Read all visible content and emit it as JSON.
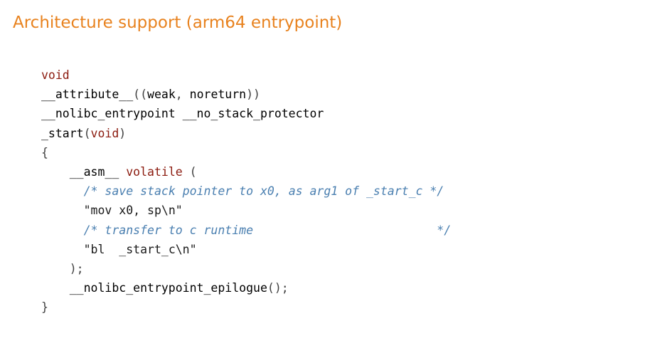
{
  "slide": {
    "title": "Architecture support (arm64 entrypoint)"
  },
  "colors": {
    "title": "#e8821e",
    "keyword": "#8b1a0e",
    "comment": "#4a7fb0",
    "text": "#000000"
  },
  "code": {
    "lines": [
      [
        {
          "type": "keyword",
          "text": "void"
        }
      ],
      [
        {
          "type": "plain",
          "text": "__attribute__"
        },
        {
          "type": "punct",
          "text": "(("
        },
        {
          "type": "plain",
          "text": "weak"
        },
        {
          "type": "punct",
          "text": ", "
        },
        {
          "type": "plain",
          "text": "noreturn"
        },
        {
          "type": "punct",
          "text": "))"
        }
      ],
      [
        {
          "type": "plain",
          "text": "__nolibc_entrypoint __no_stack_protector"
        }
      ],
      [
        {
          "type": "plain",
          "text": "_start"
        },
        {
          "type": "punct",
          "text": "("
        },
        {
          "type": "keyword",
          "text": "void"
        },
        {
          "type": "punct",
          "text": ")"
        }
      ],
      [
        {
          "type": "punct",
          "text": "{"
        }
      ],
      [
        {
          "type": "plain",
          "text": "    __asm__ "
        },
        {
          "type": "keyword",
          "text": "volatile"
        },
        {
          "type": "punct",
          "text": " ("
        }
      ],
      [
        {
          "type": "plain",
          "text": "      "
        },
        {
          "type": "comment",
          "text": "/* save stack pointer to x0, as arg1 of _start_c */"
        }
      ],
      [
        {
          "type": "plain",
          "text": "      "
        },
        {
          "type": "string",
          "text": "\"mov x0, sp\\n\""
        }
      ],
      [
        {
          "type": "plain",
          "text": "      "
        },
        {
          "type": "comment",
          "text": "/* transfer to c runtime                          */"
        }
      ],
      [
        {
          "type": "plain",
          "text": "      "
        },
        {
          "type": "string",
          "text": "\"bl  _start_c\\n\""
        }
      ],
      [
        {
          "type": "plain",
          "text": "    "
        },
        {
          "type": "punct",
          "text": ");"
        }
      ],
      [
        {
          "type": "plain",
          "text": "    __nolibc_entrypoint_epilogue"
        },
        {
          "type": "punct",
          "text": "();"
        }
      ],
      [
        {
          "type": "punct",
          "text": "}"
        }
      ]
    ]
  }
}
